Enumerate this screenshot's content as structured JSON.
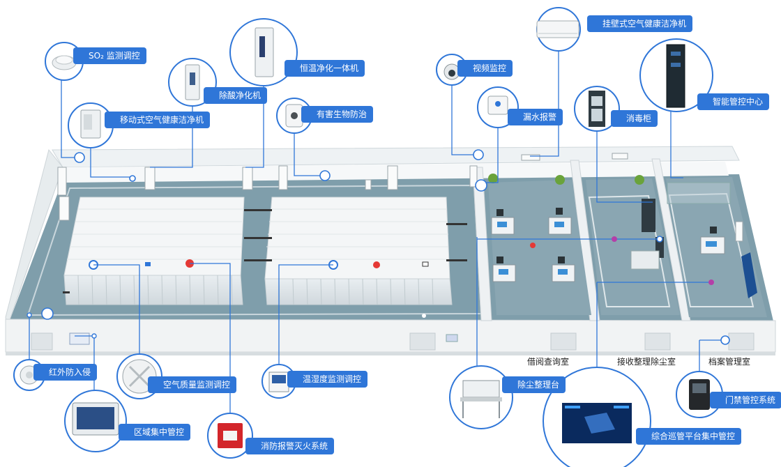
{
  "labels": {
    "so2": "SO₂ 监测调控",
    "hengwen": "恒温净化一体机",
    "chusuan": "除酸净化机",
    "yidong": "移动式空气健康洁净机",
    "youhai": "有害生物防治",
    "shipin": "视频监控",
    "guabi": "挂壁式空气健康洁净机",
    "zhineng": "智能管控中心",
    "loushui": "漏水报警",
    "xiaodu": "消毒柜",
    "hongwai": "红外防入侵",
    "kongqi": "空气质量监测调控",
    "quyu": "区域集中管控",
    "xiaofang": "消防报警灭火系统",
    "wenshidu": "温湿度监测调控",
    "chuchen": "除尘整理台",
    "zonghe": "综合巡管平台集中管控",
    "menjin": "门禁管控系统"
  },
  "rooms": {
    "jieyue": "借阅查询室",
    "jieshou": "接收整理除尘室",
    "dangan": "档案管理室"
  },
  "colors": {
    "accent": "#2f76d8",
    "floor": "#7f9eab",
    "wall": "#eef1f3",
    "shelf": "#f2f4f5"
  }
}
